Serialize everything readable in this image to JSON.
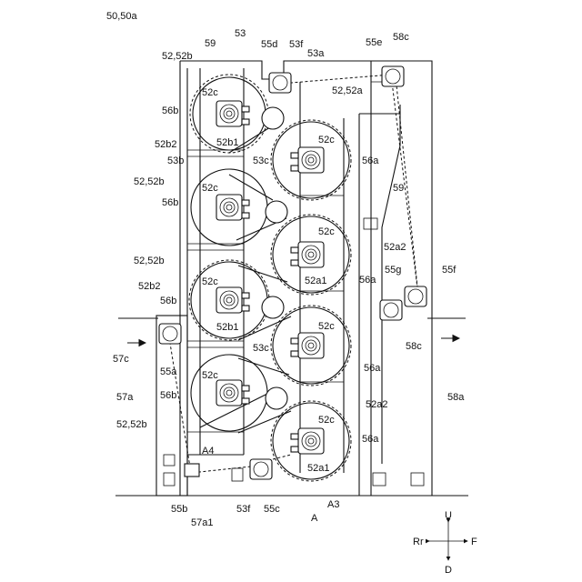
{
  "figure_ref": "50,50a",
  "labels": {
    "l53": "53",
    "l59_top": "59",
    "l55d": "55d",
    "l53f_top": "53f",
    "l53a": "53a",
    "l55e": "55e",
    "l58c_top": "58c",
    "l52_52b_top": "52,52b",
    "l52_52a": "52,52a",
    "l52c": "52c",
    "l56b": "56b",
    "l52b1": "52b1",
    "l52b2": "52b2",
    "l53b": "53b",
    "l53c": "53c",
    "l56a": "56a",
    "l59_mid": "59",
    "l52_52b": "52,52b",
    "l52a2": "52a2",
    "l55g": "55g",
    "l55f": "55f",
    "l52a1": "52a1",
    "l58c": "58c",
    "l57c": "57c",
    "l55a": "55a",
    "l57a": "57a",
    "l58a": "58a",
    "lA4": "A4",
    "l55b": "55b",
    "l57a1": "57a1",
    "l53f_bot": "53f",
    "l55c": "55c",
    "lA": "A",
    "lA3": "A3",
    "dirU": "U",
    "dirD": "D",
    "dirRr": "Rr",
    "dirF": "F"
  },
  "colors": {
    "line": "#111111",
    "background": "#ffffff"
  }
}
